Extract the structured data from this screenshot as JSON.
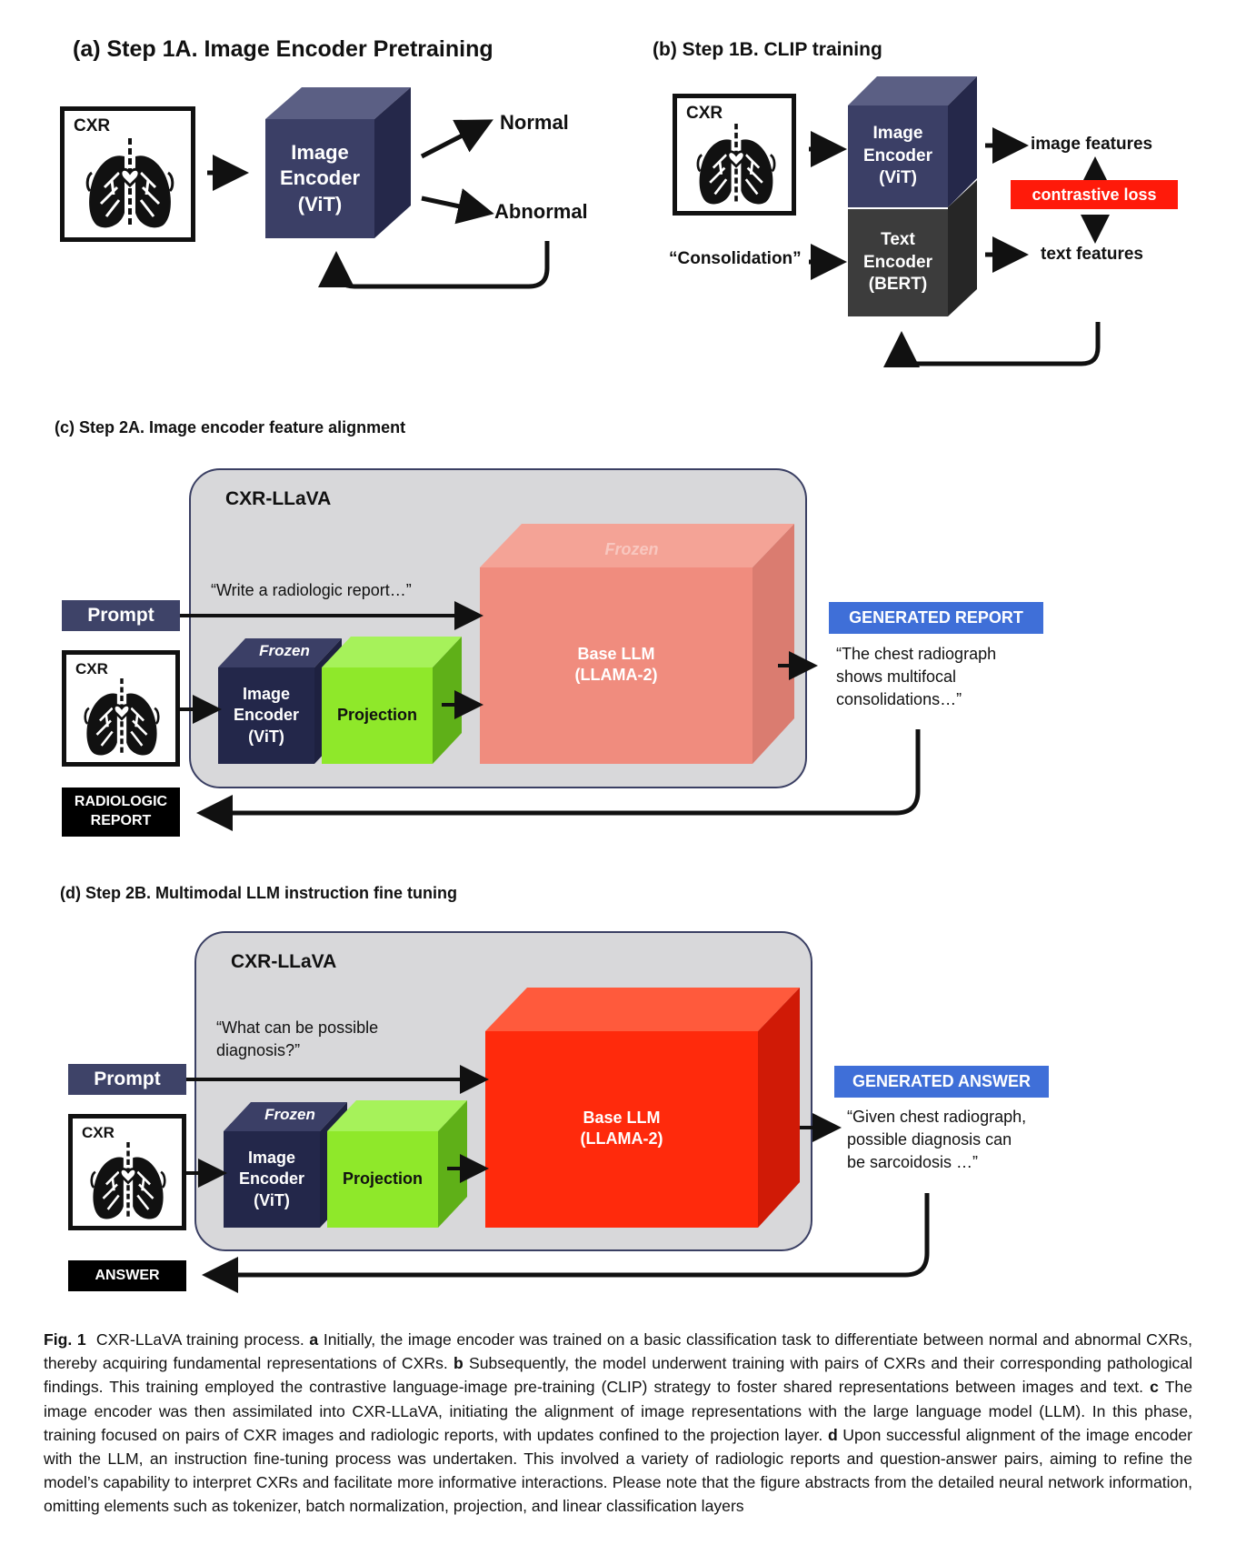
{
  "panel_a": {
    "title": "(a) Step 1A. Image Encoder Pretraining",
    "cxr_label": "CXR",
    "encoder_label": "Image\nEncoder\n(ViT)",
    "normal_label": "Normal",
    "abnormal_label": "Abnormal"
  },
  "panel_b": {
    "title": "(b) Step 1B. CLIP training",
    "cxr_label": "CXR",
    "image_encoder_label": "Image\nEncoder\n(ViT)",
    "text_encoder_label": "Text\nEncoder\n(BERT)",
    "text_input": "“Consolidation”",
    "image_features": "image features",
    "text_features": "text features",
    "loss_label": "contrastive loss"
  },
  "panel_c": {
    "title": "(c) Step 2A. Image encoder feature alignment",
    "box_title": "CXR-LLaVA",
    "prompt_label": "Prompt",
    "prompt_text": "“Write a radiologic report…”",
    "cxr_label": "CXR",
    "frozen_encoder": "Frozen",
    "encoder_label": "Image\nEncoder\n(ViT)",
    "projection_label": "Projection",
    "frozen_llm": "Frozen",
    "llm_label": "Base LLM\n(LLAMA-2)",
    "output_tag": "GENERATED REPORT",
    "output_text": "“The chest radiograph\nshows multifocal\nconsolidations…”",
    "target_tag": "RADIOLOGIC\nREPORT"
  },
  "panel_d": {
    "title": "(d) Step 2B. Multimodal LLM instruction fine tuning",
    "box_title": "CXR-LLaVA",
    "prompt_label": "Prompt",
    "prompt_text": "“What can be possible\ndiagnosis?”",
    "cxr_label": "CXR",
    "frozen_encoder": "Frozen",
    "encoder_label": "Image\nEncoder\n(ViT)",
    "projection_label": "Projection",
    "llm_label": "Base LLM\n(LLAMA-2)",
    "output_tag": "GENERATED ANSWER",
    "output_text": "“Given chest radiograph,\npossible diagnosis can\nbe sarcoidosis …”",
    "target_tag": "ANSWER"
  },
  "caption": {
    "fig_label": "Fig. 1",
    "intro": "CXR-LLaVA training process.",
    "a_label": "a",
    "a_text": "Initially, the image encoder was trained on a basic classification task to differentiate between normal and abnormal CXRs, thereby acquiring fundamental representations of CXRs.",
    "b_label": "b",
    "b_text": "Subsequently, the model underwent training with pairs of CXRs and their corresponding pathological findings. This training employed the contrastive language-image pre-training (CLIP) strategy to foster shared representations between images and text.",
    "c_label": "c",
    "c_text": "The image encoder was then assimilated into CXR-LLaVA, initiating the alignment of image representations with the large language model (LLM). In this phase, training focused on pairs of CXR images and radiologic reports, with updates confined to the projection layer.",
    "d_label": "d",
    "d_text": "Upon successful alignment of the image encoder with the LLM, an instruction fine-tuning process was undertaken. This involved a variety of radiologic reports and question-answer pairs, aiming to refine the model’s capability to interpret CXRs and facilitate more informative interactions. Please note that the figure abstracts from the detailed neural network information, omitting elements such as tokenizer, batch normalization, projection, and linear classification layers"
  },
  "colors": {
    "encoder_front": "#3b3f66",
    "encoder_top": "#5b5f84",
    "encoder_side": "#25284a",
    "text_encoder_front": "#3c3c3c",
    "projection_front": "#8fe82a",
    "llm_frozen_front": "#f08c7e",
    "llm_active_front": "#ff2a0c",
    "contrastive_loss": "#ff1a0a",
    "generated_tag": "#3f6fd8",
    "panel_bg": "#d8d8da"
  },
  "icons": [
    "lungs-icon"
  ]
}
